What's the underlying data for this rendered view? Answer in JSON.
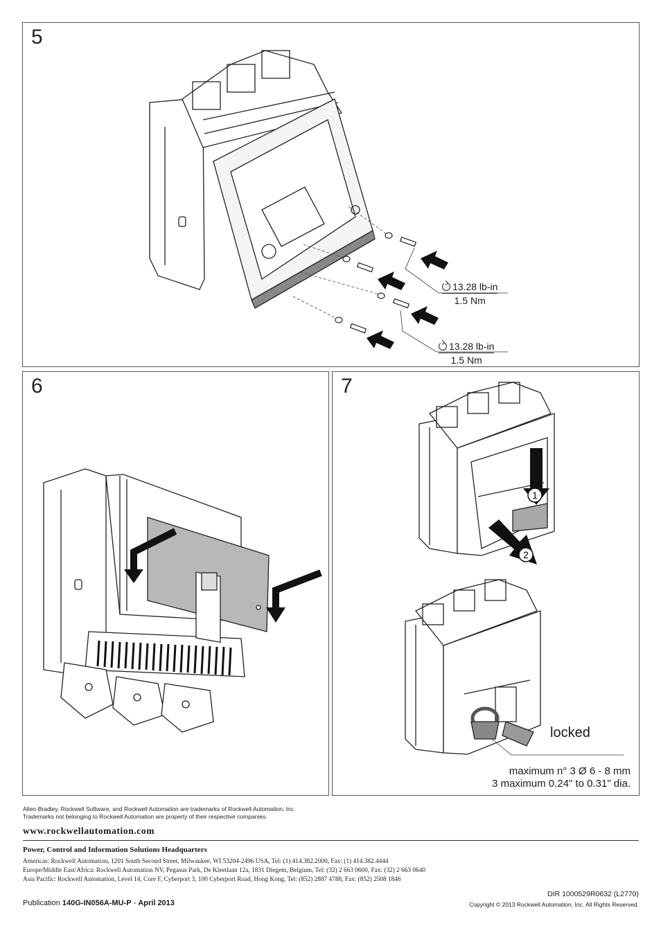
{
  "steps": [
    {
      "number": "5"
    },
    {
      "number": "6"
    },
    {
      "number": "7"
    }
  ],
  "step5": {
    "torque_1": {
      "value": "13.28 lb-in",
      "metric": "1.5 Nm"
    },
    "torque_2": {
      "value": "13.28 lb-in",
      "metric": "1.5 Nm"
    }
  },
  "step7": {
    "callout_1": "1",
    "callout_2": "2",
    "locked_label": "locked",
    "padlock_note_line1": "maximum n° 3 Ø 6 - 8 mm",
    "padlock_note_line2": "3 maximum 0.24\" to 0.31\" dia."
  },
  "footer": {
    "trademark_line1": "Allen-Bradley, Rockwell Software, and Rockwell Automation are trademarks of Rockwell Automation, Inc.",
    "trademark_line2": "Trademarks not belonging to Rockwell Automation are property of their respective companies.",
    "website": "www.rockwellautomation.com",
    "hq_title": "Power, Control and Information Solutions Headquarters",
    "address_americas": "Americas: Rockwell Automation, 1201 South Second Street, Milwaukee, WI 53204-2496 USA, Tel: (1) 414.382.2000, Fax: (1) 414.382.4444",
    "address_emea": "Europe/Middle East/Africa: Rockwell Automation NV, Pegasus Park, De Kleetlaan 12a, 1831 Diegem, Belgium, Tel: (32) 2 663 0600, Fax: (32) 2 663 0640",
    "address_apac": "Asia Pacific: Rockwell Automation, Level 14, Core F, Cyberport 3, 100 Cyberport Road, Hong Kong, Tel: (852) 2887 4788, Fax: (852) 2508 1846",
    "dir_code": "DIR 1000529R0632 (L2770)",
    "copyright": "Copyright © 2013 Rockwell Automation, Inc. All Rights Reserved.",
    "publication_prefix": "Publication",
    "publication_id": "140G-IN056A-MU-P",
    "publication_sep": "-",
    "publication_date": "April 2013"
  }
}
